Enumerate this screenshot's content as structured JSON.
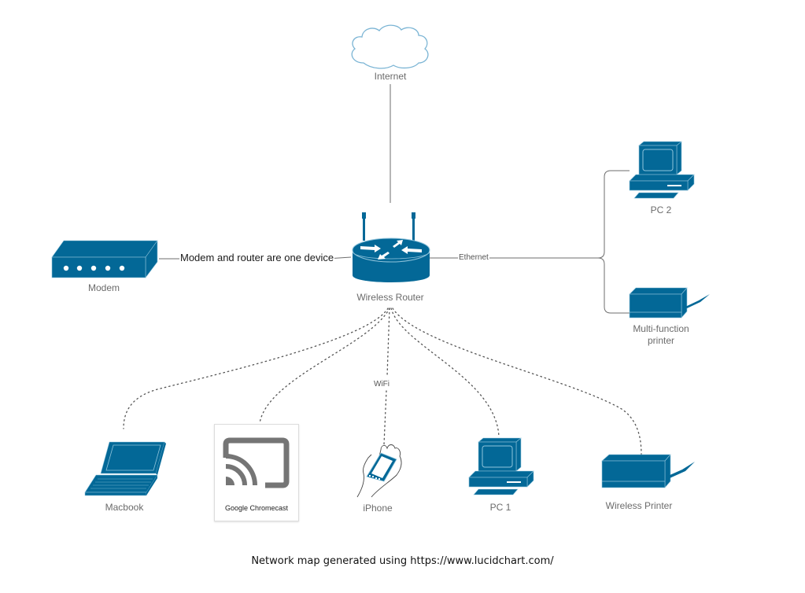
{
  "diagram": {
    "colors": {
      "device_fill": "#036897",
      "device_edge": "#8fc3db",
      "cloud_stroke": "#7ab4d4",
      "line": "#6e6e6e",
      "chromecast_gray": "#757575"
    },
    "nodes": {
      "internet": {
        "label": "Internet",
        "icon": "cloud-icon"
      },
      "router": {
        "label": "Wireless Router",
        "icon": "router-icon"
      },
      "modem": {
        "label": "Modem",
        "icon": "modem-icon"
      },
      "pc2": {
        "label": "PC 2",
        "icon": "desktop-computer-icon"
      },
      "mfp": {
        "label": "Multi-function\nprinter",
        "label_lines": [
          "Multi-function",
          "printer"
        ],
        "icon": "printer-icon"
      },
      "macbook": {
        "label": "Macbook",
        "icon": "laptop-icon"
      },
      "chromecast": {
        "label": "Google Chromecast",
        "icon": "cast-icon"
      },
      "iphone": {
        "label": "iPhone",
        "icon": "phone-in-hand-icon"
      },
      "pc1": {
        "label": "PC 1",
        "icon": "desktop-computer-icon"
      },
      "wireless_printer": {
        "label": "Wireless Printer",
        "icon": "printer-icon"
      }
    },
    "edges": [
      {
        "from": "router",
        "to": "internet",
        "style": "solid",
        "label": ""
      },
      {
        "from": "modem",
        "to": "router",
        "style": "solid",
        "label": "Modem and router are one device"
      },
      {
        "from": "router",
        "to": "pc2",
        "style": "solid",
        "label": "Ethernet"
      },
      {
        "from": "router",
        "to": "mfp",
        "style": "solid",
        "label": ""
      },
      {
        "from": "router",
        "to": "macbook",
        "style": "dotted",
        "label": ""
      },
      {
        "from": "router",
        "to": "chromecast",
        "style": "dotted",
        "label": ""
      },
      {
        "from": "router",
        "to": "iphone",
        "style": "dotted",
        "label": "WiFi"
      },
      {
        "from": "router",
        "to": "pc1",
        "style": "dotted",
        "label": ""
      },
      {
        "from": "router",
        "to": "wireless_printer",
        "style": "dotted",
        "label": ""
      }
    ],
    "edge_labels": {
      "modem_router": "Modem and router are one device",
      "ethernet": "Ethernet",
      "wifi": "WiFi"
    }
  },
  "footer": {
    "text": "Network map generated using https://www.lucidchart.com/"
  }
}
